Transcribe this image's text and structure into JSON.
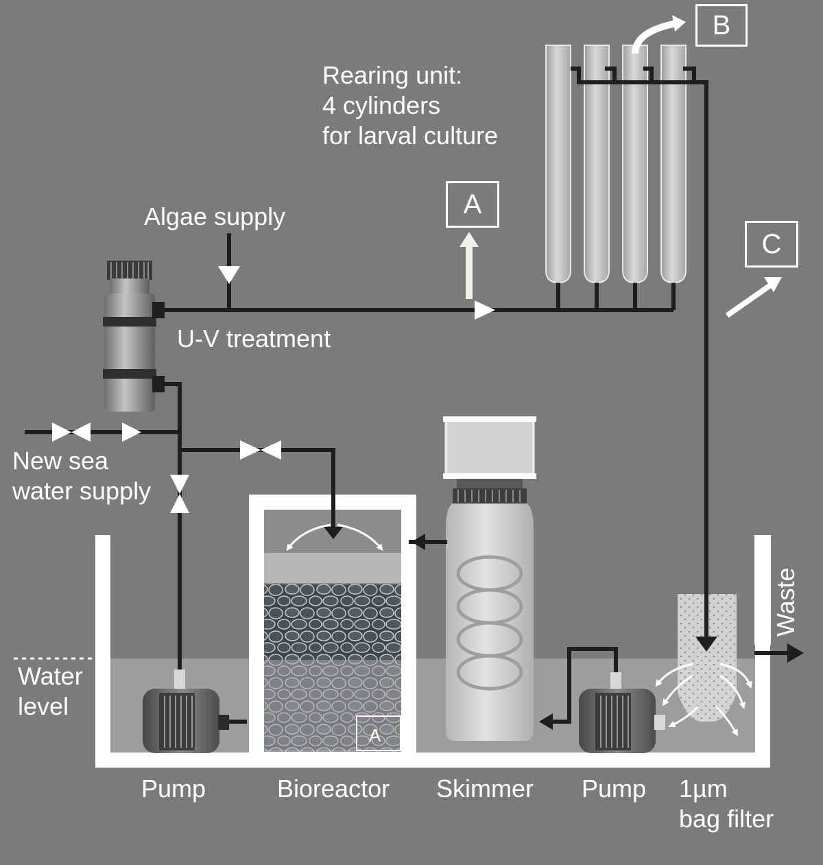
{
  "labels": {
    "rearing_unit": "Rearing unit:\n4 cylinders\nfor larval culture",
    "algae_supply": "Algae supply",
    "uv_treatment": "U-V treatment",
    "new_sea_water": "New sea\nwater supply",
    "water_level": "Water\nlevel",
    "waste": "Waste",
    "pump_left": "Pump",
    "bioreactor": "Bioreactor",
    "skimmer": "Skimmer",
    "pump_right": "Pump",
    "bag_filter": "1µm\nbag filter"
  },
  "markers": {
    "a": "A",
    "b": "B",
    "c": "C",
    "a_small": "A"
  },
  "colors": {
    "background": "#7b7b7b",
    "pipe": "#1e1e1e",
    "tank_wall": "#ffffff",
    "water": "#9a9a9a",
    "text": "#ffffff"
  }
}
